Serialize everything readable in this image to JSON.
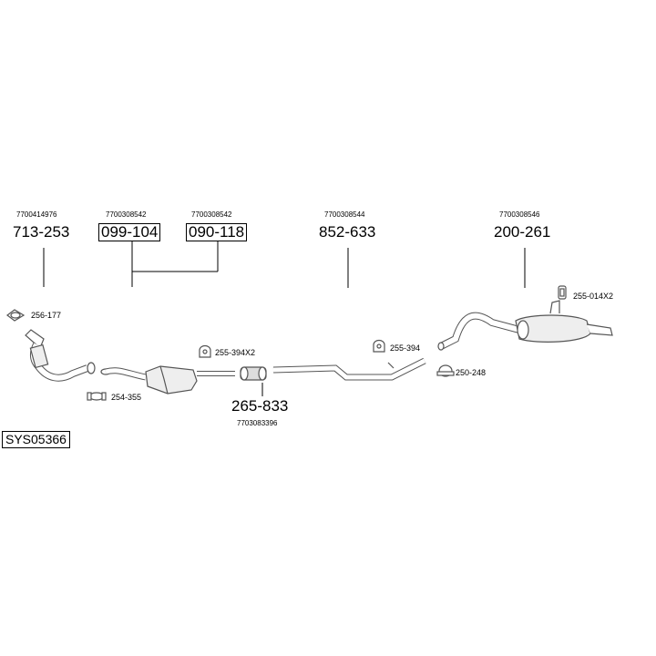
{
  "diagram_id": "SYS05366",
  "parts": [
    {
      "oem": "7700414976",
      "number": "713-253"
    },
    {
      "oem": "7700308542",
      "number": "099-104"
    },
    {
      "oem": "7700308542",
      "number": "090-118"
    },
    {
      "oem": "7700308544",
      "number": "852-633"
    },
    {
      "oem": "7700308546",
      "number": "200-261"
    }
  ],
  "center_part": {
    "number": "265-833",
    "oem": "7703083396"
  },
  "accessories": [
    {
      "code": "256-177",
      "icon": "gasket-icon"
    },
    {
      "code": "254-355",
      "icon": "clamp-icon"
    },
    {
      "code": "255-394X2",
      "icon": "rubber-mount-icon"
    },
    {
      "code": "255-394",
      "icon": "rubber-mount-icon"
    },
    {
      "code": "250-248",
      "icon": "clamp-icon"
    },
    {
      "code": "255-014X2",
      "icon": "hanger-bracket-icon"
    }
  ]
}
